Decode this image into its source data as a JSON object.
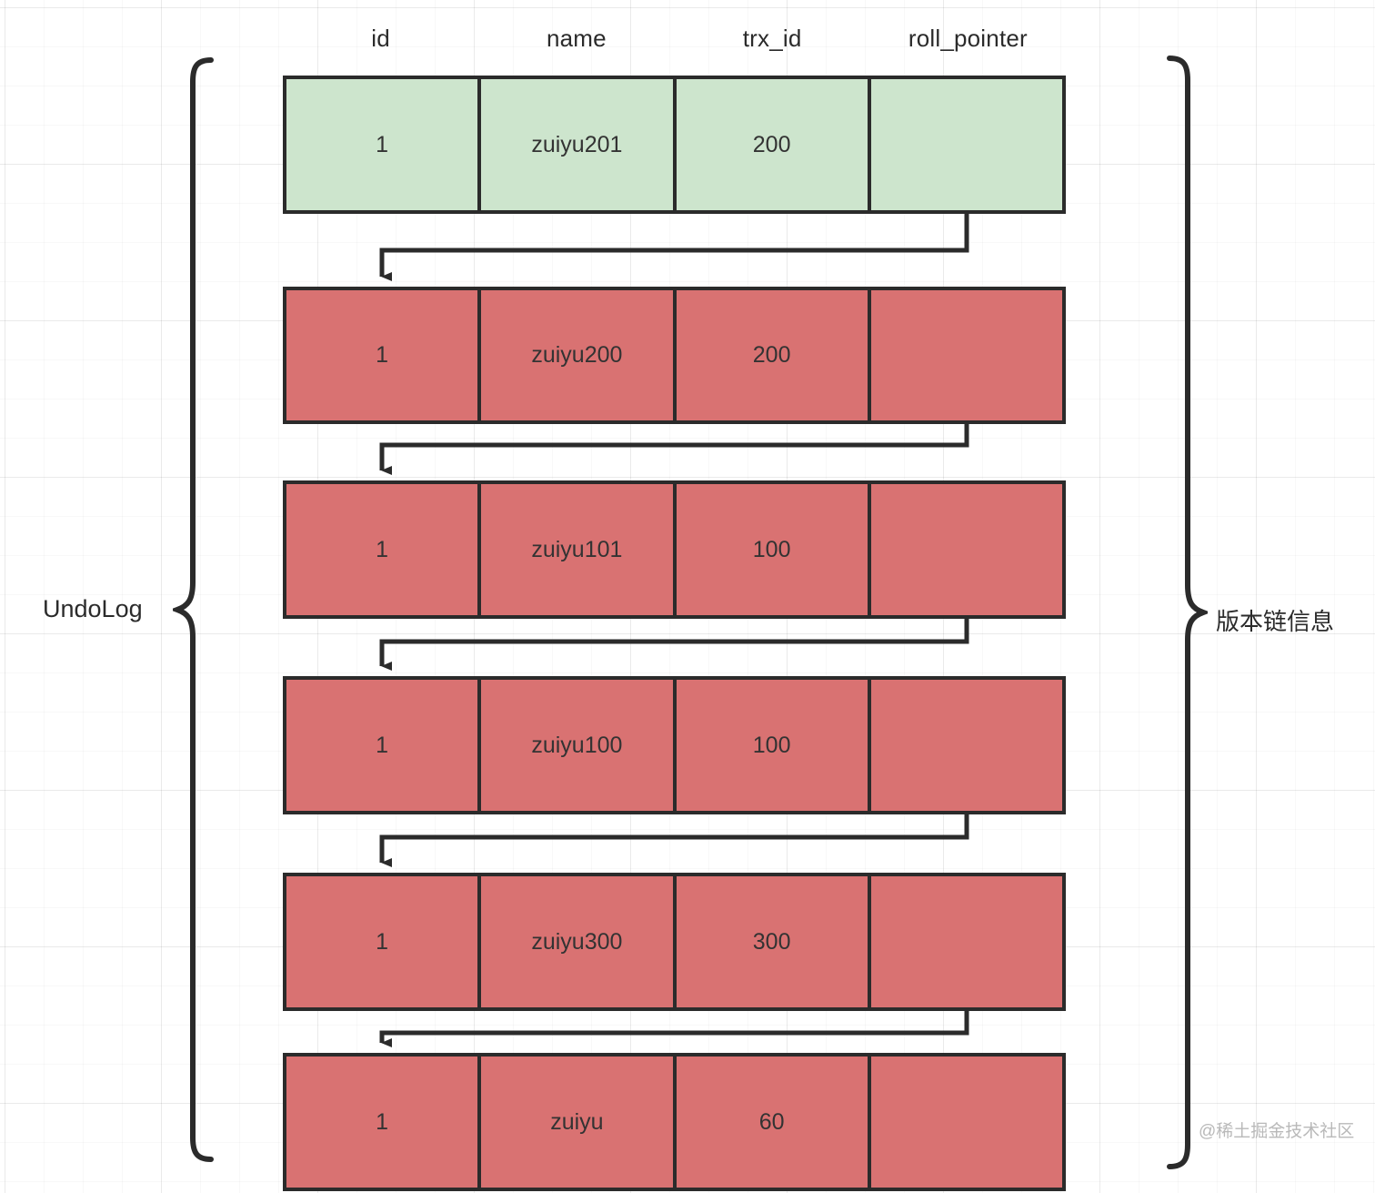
{
  "diagram": {
    "columns": [
      "id",
      "name",
      "trx_id",
      "roll_pointer"
    ],
    "left_bracket_label": "UndoLog",
    "right_bracket_label": "版本链信息",
    "watermark": "@稀土掘金技术社区",
    "colors": {
      "current_row_fill": "#cde5cd",
      "undo_row_fill": "#d97272",
      "border": "#2b2b2b",
      "grid": "#efefef",
      "background": "#ffffff"
    },
    "rows": [
      {
        "kind": "current",
        "id": "1",
        "name": "zuiyu201",
        "trx_id": "200",
        "roll_pointer": ""
      },
      {
        "kind": "undo",
        "id": "1",
        "name": "zuiyu200",
        "trx_id": "200",
        "roll_pointer": ""
      },
      {
        "kind": "undo",
        "id": "1",
        "name": "zuiyu101",
        "trx_id": "100",
        "roll_pointer": ""
      },
      {
        "kind": "undo",
        "id": "1",
        "name": "zuiyu100",
        "trx_id": "100",
        "roll_pointer": ""
      },
      {
        "kind": "undo",
        "id": "1",
        "name": "zuiyu300",
        "trx_id": "300",
        "roll_pointer": ""
      },
      {
        "kind": "undo",
        "id": "1",
        "name": "zuiyu",
        "trx_id": "60",
        "roll_pointer": ""
      }
    ]
  }
}
